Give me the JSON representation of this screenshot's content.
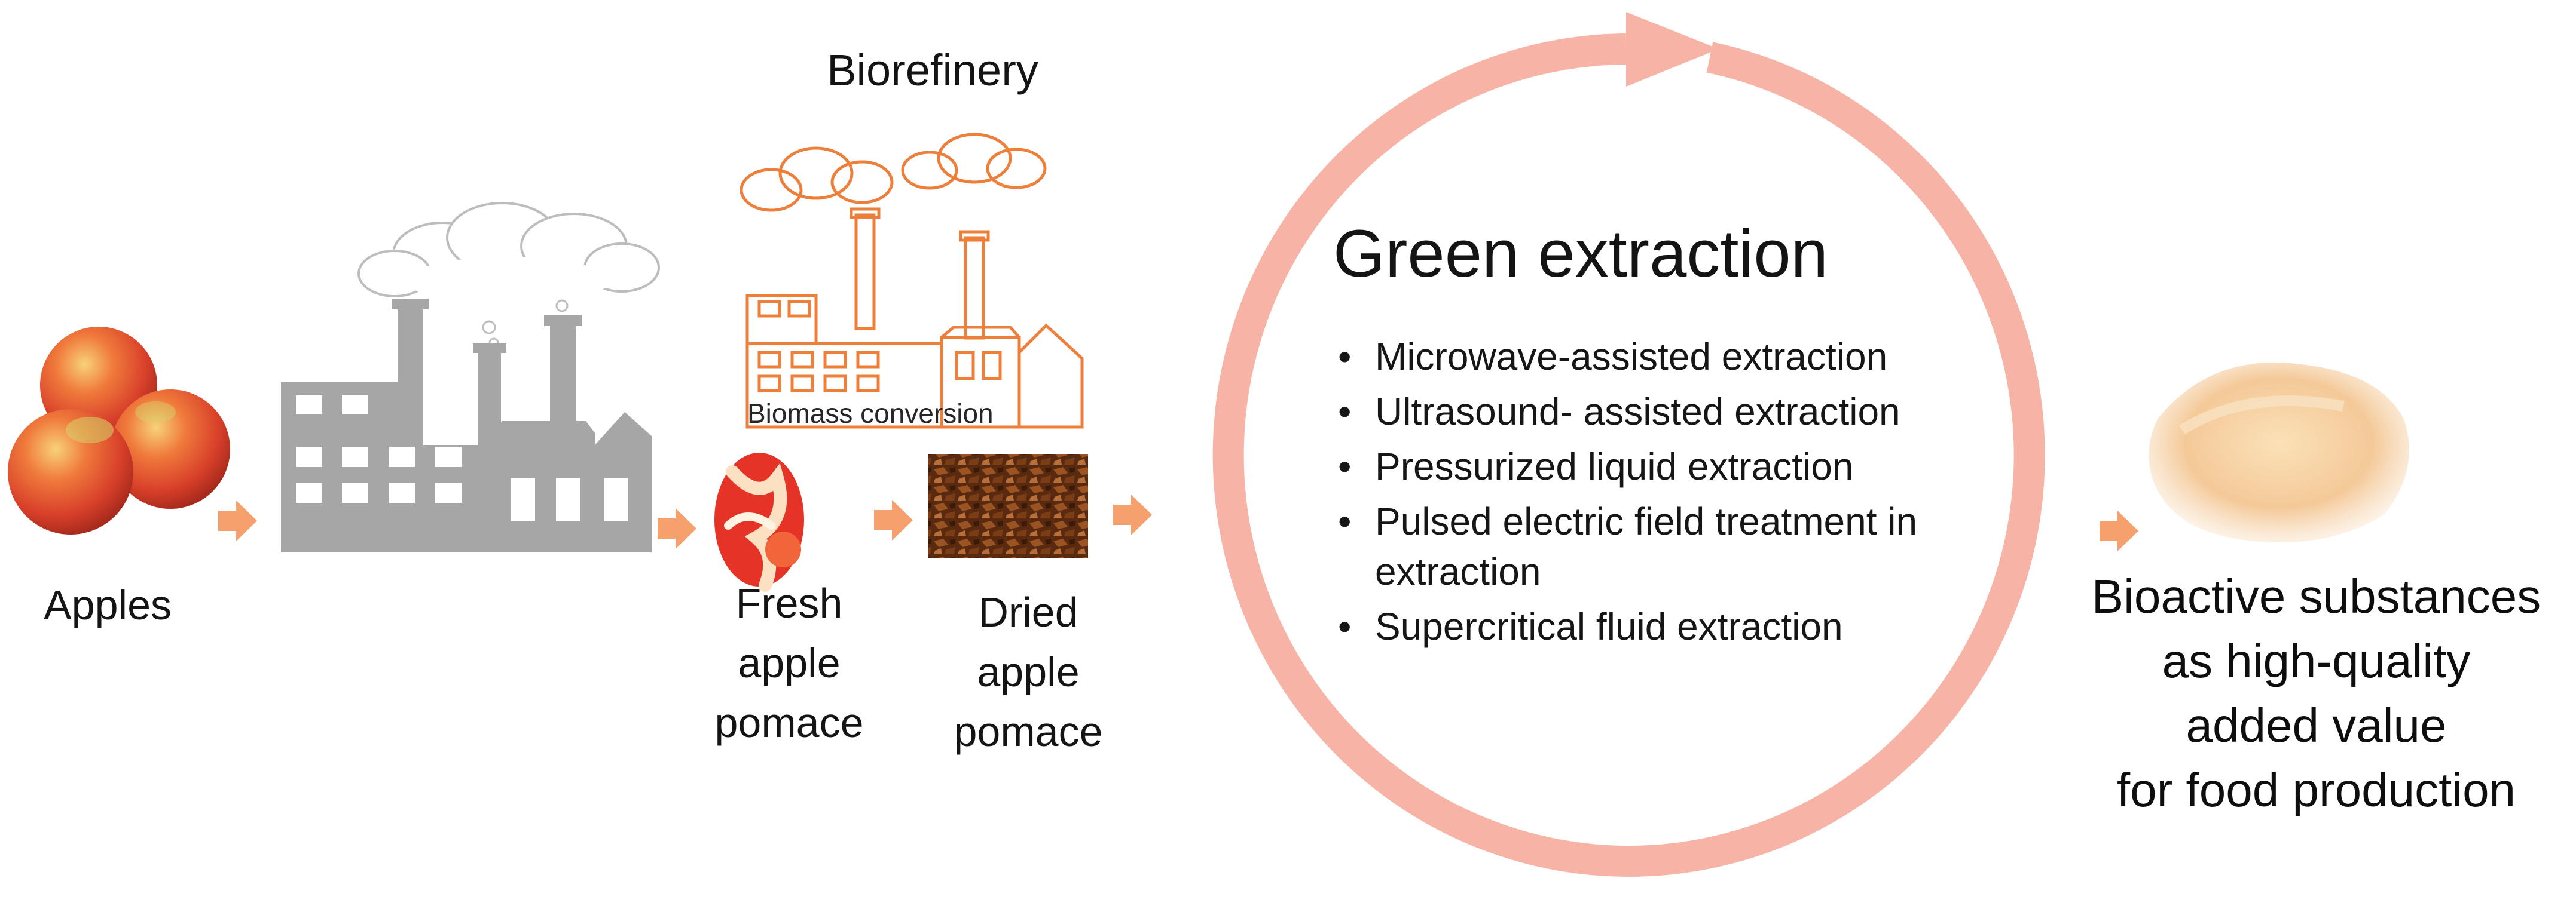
{
  "biorefinery_title": "Biorefinery",
  "stages": [
    {
      "id": "apples",
      "label": "Apples"
    },
    {
      "id": "fresh-pomace",
      "label": "Fresh\napple\npomace"
    },
    {
      "id": "dried-pomace",
      "label": "Dried\napple\npomace"
    }
  ],
  "biomass_label": "Biomass conversion",
  "green_extraction": {
    "title": "Green extraction",
    "methods": [
      "Microwave-assisted  extraction",
      "Ultrasound-  assisted extraction",
      "Pressurized  liquid extraction",
      "Pulsed electric field treatment in extraction",
      "Supercritical fluid extraction"
    ]
  },
  "product_label": "Bioactive substances\nas high-quality\nadded value\nfor food production",
  "colors": {
    "ring": "#f7b3a5",
    "arrow": "#f6a06e",
    "factory_gray": "#a6a6a6",
    "factory_outline": "#ee7f3a",
    "apple_red": "#e2452a",
    "powder": "#f3c99b"
  }
}
